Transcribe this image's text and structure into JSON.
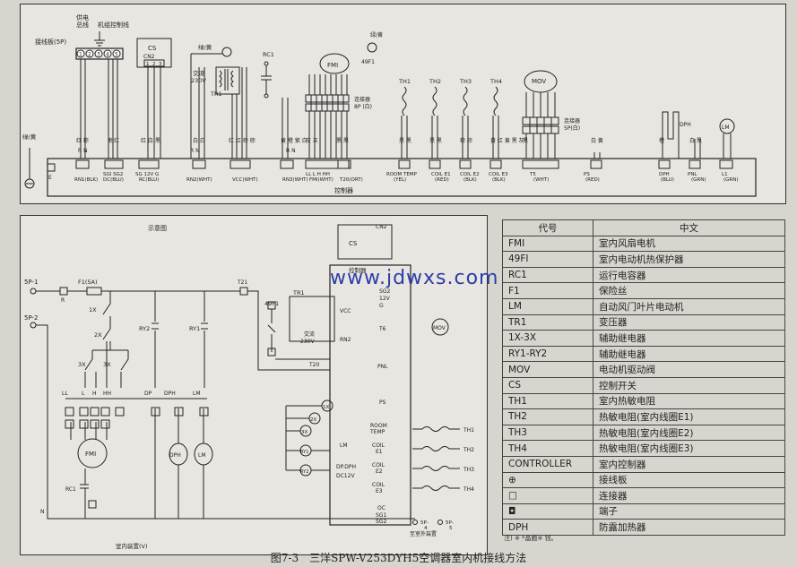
{
  "top": {
    "terminal_board_label": "接线板(5P)",
    "power_label": "供电",
    "power_label2": "总线",
    "control_line_label": "机组控制线",
    "terminals": [
      "1",
      "2",
      "3",
      "4",
      "5"
    ],
    "cs_label": "CS",
    "cn2_label": "CN2",
    "cs_pins": [
      "1",
      "2",
      "3"
    ],
    "ground_label": "绿/黄",
    "transformer_label": "交流",
    "transformer_voltage": "230V",
    "tr1_label": "TR1",
    "rc1_label": "RC1",
    "fmi_label": "FMI",
    "fp_label": "49F1",
    "connector_8p": "连接器",
    "connector_8p_b": "8P (白)",
    "th_labels": [
      "TH1",
      "TH2",
      "TH3",
      "TH4"
    ],
    "mov_label": "MOV",
    "connector_5p": "连接器",
    "connector_5p_b": "5P(白)",
    "dph_label": "DPH",
    "lm_label": "LM",
    "left_ground": "绿/黄",
    "e_label": "E",
    "wire_colors": {
      "rn1": "红 棕",
      "sg": "粉红",
      "rc": "红 白 黑",
      "rn2": "白 白",
      "vcc": "红 红 棕 棕",
      "fmi": "黄 橙 紫 白",
      "t20": "灰 灰",
      "th1": "黑 黑",
      "th2": "黑 黑",
      "th3": "黑 黑",
      "th4": "棕 棕",
      "t5": "黄 红 黄 黑 灰",
      "ps": "黑",
      "dph": "白 黄",
      "pnl": "橙",
      "l1": "白 黑"
    },
    "ports": [
      {
        "name": "RN1(BLK)",
        "pins": "R N"
      },
      {
        "name": "SGI SG2",
        "pins": ""
      },
      {
        "name": "DC(BLU)",
        "pins": ""
      },
      {
        "name": "SG 12V G",
        "pins": ""
      },
      {
        "name": "RC(BLU)",
        "pins": ""
      },
      {
        "name": "RN2(WHT)",
        "pins": "R N"
      },
      {
        "name": "VCC(WHT)",
        "pins": ""
      },
      {
        "name": "RN3(WHT)",
        "pins": "R N"
      },
      {
        "name": "LL L H HH",
        "pins": ""
      },
      {
        "name": "FMI(WHT)",
        "pins": ""
      },
      {
        "name": "T20(ORT)",
        "pins": ""
      },
      {
        "name": "ROOM TEMP",
        "pins": ""
      },
      {
        "name": "(YEL)",
        "pins": ""
      },
      {
        "name": "COIL E1",
        "pins": ""
      },
      {
        "name": "(RED)",
        "pins": ""
      },
      {
        "name": "COIL E2",
        "pins": ""
      },
      {
        "name": "(BLK)",
        "pins": ""
      },
      {
        "name": "COIL E3",
        "pins": ""
      },
      {
        "name": "(BLK)",
        "pins": ""
      },
      {
        "name": "T5",
        "pins": ""
      },
      {
        "name": "(WHT)",
        "pins": ""
      },
      {
        "name": "PS",
        "pins": ""
      },
      {
        "name": "(RED)",
        "pins": ""
      },
      {
        "name": "DPH",
        "pins": ""
      },
      {
        "name": "(BLU)",
        "pins": ""
      },
      {
        "name": "PNL",
        "pins": ""
      },
      {
        "name": "(GRN)",
        "pins": ""
      },
      {
        "name": "L1",
        "pins": ""
      },
      {
        "name": "(GRN)",
        "pins": ""
      }
    ],
    "controller_label": "控制器"
  },
  "schem": {
    "title": "示意图",
    "sp1": "5P-1",
    "sp2": "5P-2",
    "f1": "F1(5A)",
    "relay_1x": "1X",
    "relay_2x": "2X",
    "relay_3x": "3X",
    "ry2": "RY2",
    "ry1": "RY1",
    "t21": "T21",
    "dp": "DP",
    "dph": "DPH",
    "lm": "LM",
    "fmi": "FMI",
    "rc1": "RC1",
    "tr1": "TR1",
    "vcc": "VCC",
    "rn2": "RN2",
    "t20": "T20",
    "fp": "49F1",
    "ac": "交流",
    "ac_v": "230V",
    "cs": "CS",
    "cn2": "CN2",
    "controller": "控制器",
    "sg2": "SG2",
    "v12": "12V",
    "g": "G",
    "t6": "T6",
    "mov": "MOV",
    "pnl": "PNL",
    "ps": "PS",
    "room_temp": "ROOM",
    "room_temp2": "TEMP",
    "coil_e1": "COIL",
    "coil_e1b": "E1",
    "coil_e2": "COIL",
    "coil_e2b": "E2",
    "coil_e3": "COIL",
    "coil_e3b": "E3",
    "th1": "TH1",
    "th2": "TH2",
    "th3": "TH3",
    "th4": "TH4",
    "x1": "1X",
    "x2": "2X",
    "x3": "3X",
    "ry1_coil": "RY1",
    "ry2_coil": "RY2",
    "lm_term": "LM",
    "dp_dph": "DP.DPH",
    "dc12v": "DC12V",
    "oc": "OC",
    "sg1": "SG1",
    "sg2b": "SG2",
    "indoor": "室内装置(V)",
    "outdoor": "至室外装置",
    "sp4": "5P-",
    "sp4n": "4",
    "sp5": "5P-",
    "sp5n": "5",
    "n_label": "N",
    "r_label": "R",
    "ll": "LL",
    "l": "L",
    "h": "H",
    "hh": "HH"
  },
  "legend": {
    "headers": [
      "代号",
      "中文"
    ],
    "rows": [
      [
        "FMI",
        "室内风扇电机"
      ],
      [
        "49FI",
        "室内电动机热保护器"
      ],
      [
        "RC1",
        "运行电容器"
      ],
      [
        "F1",
        "保险丝"
      ],
      [
        "LM",
        "自动风门叶片电动机"
      ],
      [
        "TR1",
        "变压器"
      ],
      [
        "1X-3X",
        "辅助继电器"
      ],
      [
        "RY1-RY2",
        "辅助继电器"
      ],
      [
        "MOV",
        "电动机驱动阀"
      ],
      [
        "CS",
        "控制开关"
      ],
      [
        "TH1",
        "室内热敏电阻"
      ],
      [
        "TH2",
        "热敏电阻(室内线圈E1)"
      ],
      [
        "TH3",
        "热敏电阻(室内线圈E2)"
      ],
      [
        "TH4",
        "热敏电阻(室内线圈E3)"
      ],
      [
        "CONTROLLER",
        "室内控制器"
      ],
      [
        "⊕",
        "接线板"
      ],
      [
        "□",
        "连接器"
      ],
      [
        "◘",
        "端子"
      ],
      [
        "DPH",
        "防露加热器"
      ]
    ],
    "note": "注) ※ *晶胞※ 钱。"
  },
  "watermark": "www.jdwxs.com",
  "caption": "图7-3　三洋SPW-V253DYH5空调器室内机接线方法"
}
